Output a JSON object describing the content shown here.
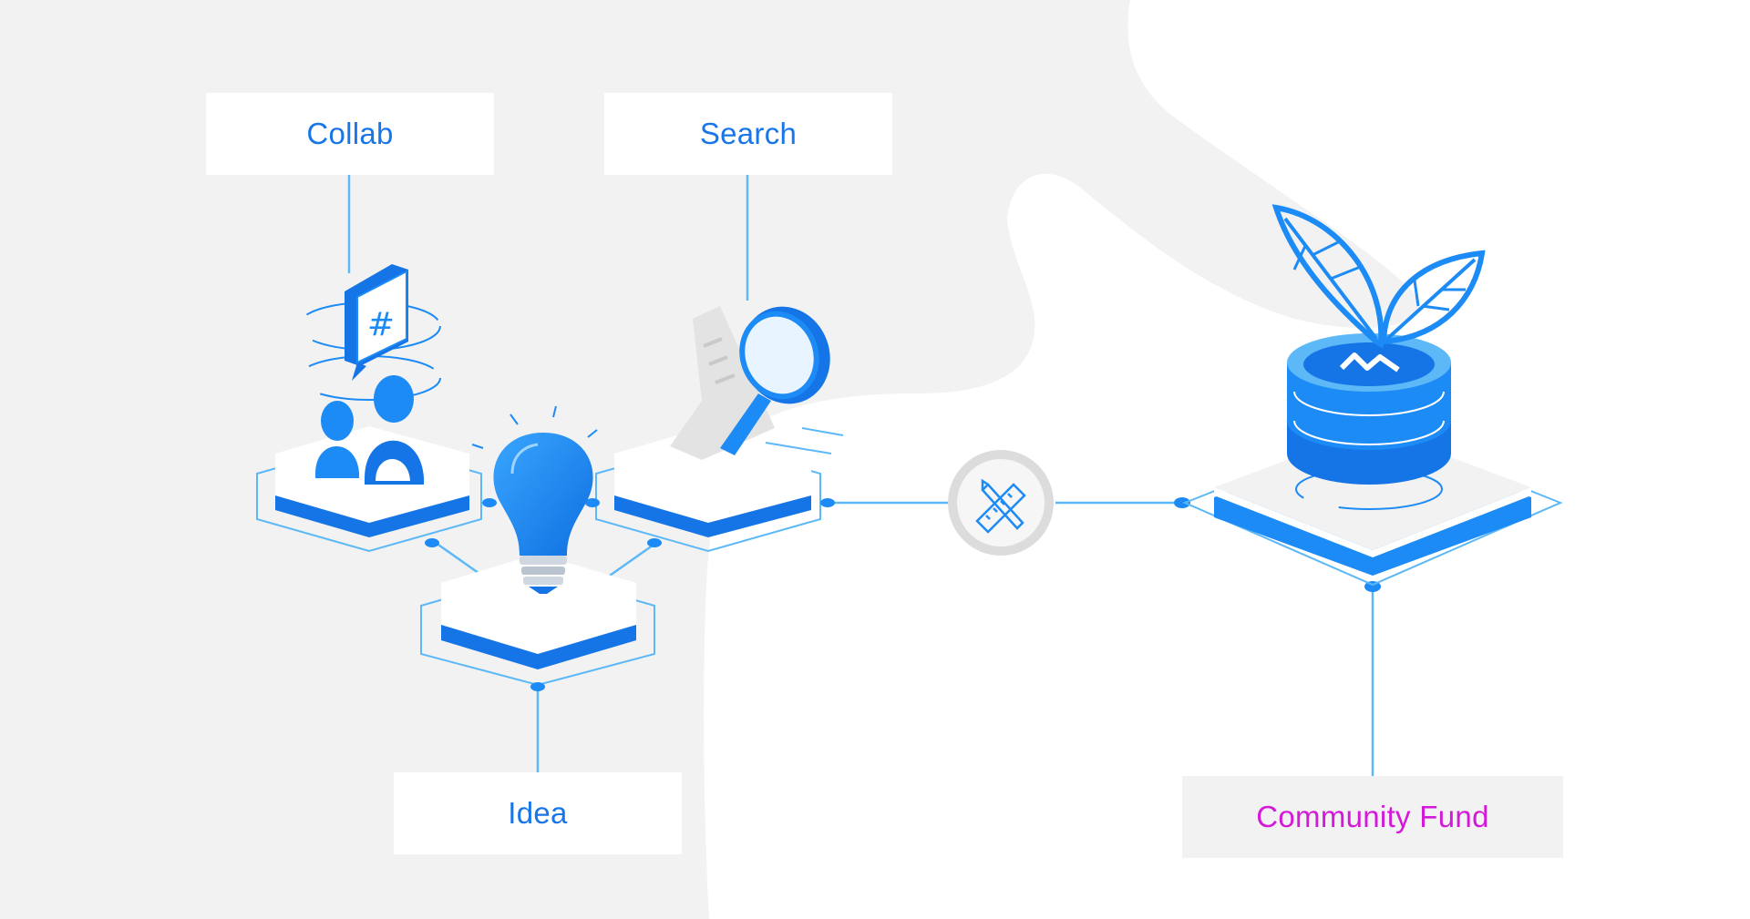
{
  "diagram": {
    "nodes": {
      "collab": {
        "label": "Collab"
      },
      "search": {
        "label": "Search"
      },
      "idea": {
        "label": "Idea"
      },
      "community_fund": {
        "label": "Community Fund"
      }
    },
    "center_tool_icon": "ruler-pencil-icon"
  },
  "icons": {
    "collab": "people-chat-icon",
    "search": "magnifier-document-icon",
    "idea": "lightbulb-icon",
    "community_fund": "coin-stack-leaves-icon",
    "tools": "ruler-pencil-icon"
  },
  "colors": {
    "primary_blue": "#1d8bf5",
    "dark_blue": "#1574e6",
    "light_blue": "#5cb8f7",
    "label_blue": "#1976e8",
    "community_fund_label": "#d21ad8",
    "background_grey": "#f2f2f2"
  }
}
